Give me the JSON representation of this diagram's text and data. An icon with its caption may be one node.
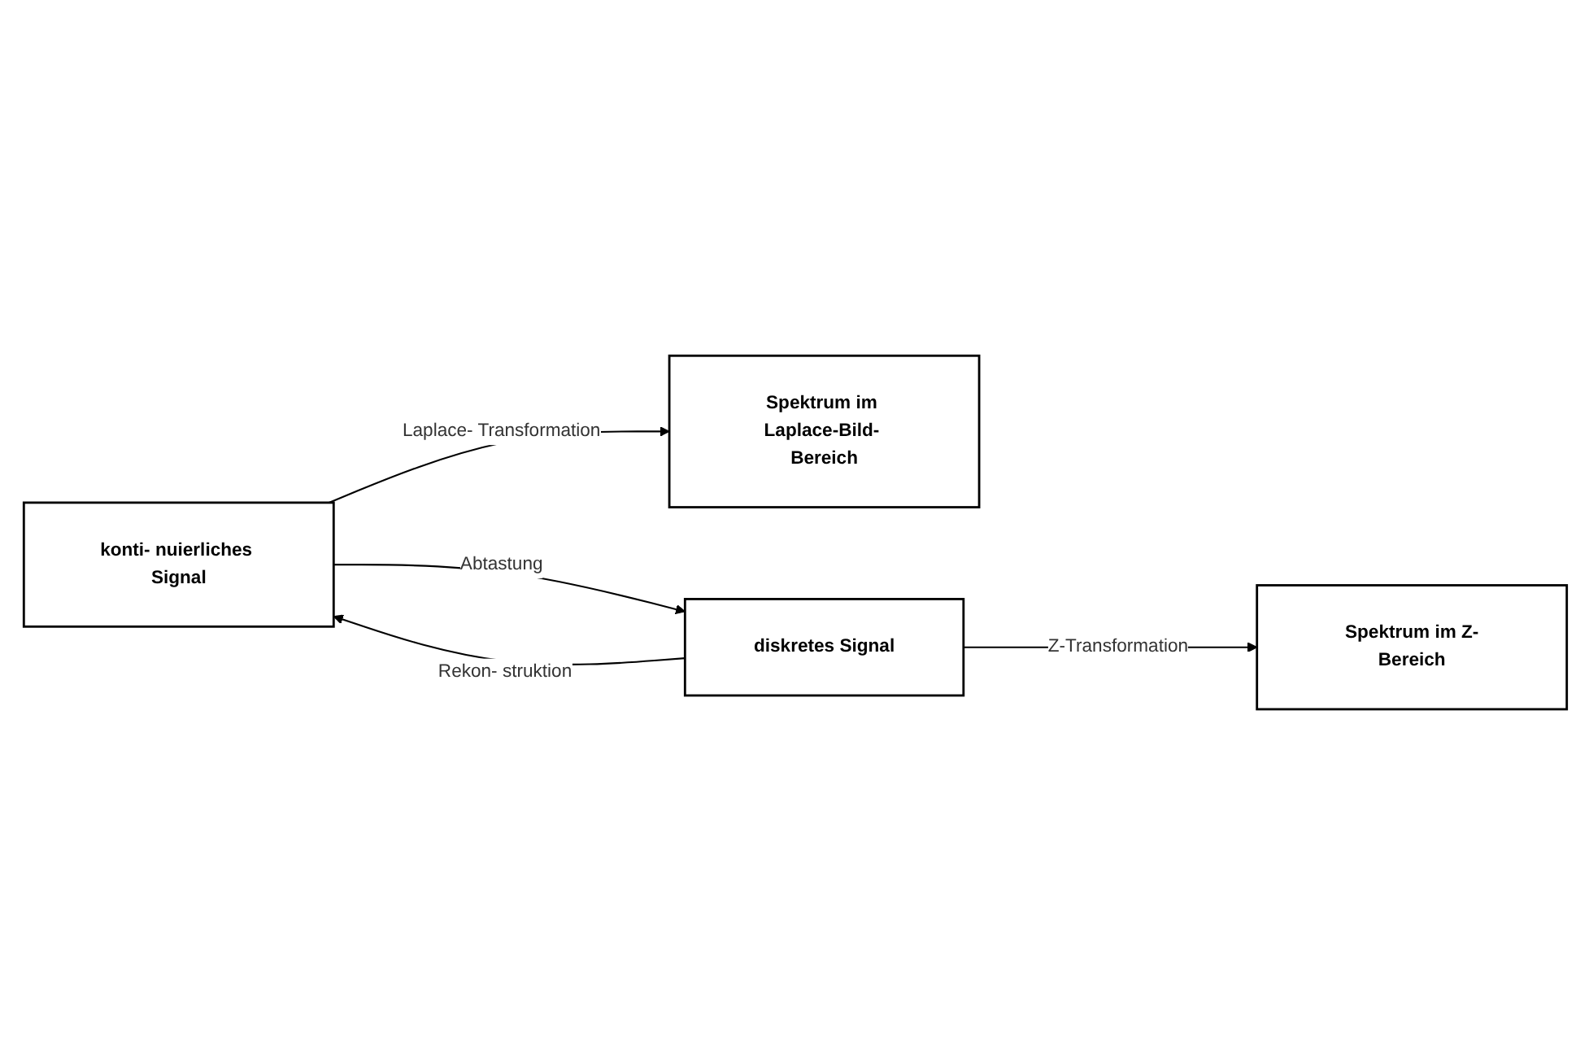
{
  "diagram": {
    "nodes": [
      {
        "text": [
          "konti- nuierliches Signal"
        ]
      },
      {
        "text": [
          "Spektrum im Laplace-Bild- Bereich"
        ]
      },
      {
        "text": [
          "diskretes Signal"
        ]
      },
      {
        "text": [
          "Spektrum im Z-Bereich"
        ]
      }
    ],
    "edges": [
      {
        "from": 0,
        "to": 1,
        "arrow": "to",
        "label": "Laplace- Transformation"
      },
      {
        "from": 0,
        "to": 2,
        "arrow": "to",
        "label": "Abtastung"
      },
      {
        "from": 2,
        "to": 0,
        "arrow": "to",
        "label": "Rekon- struktion"
      },
      {
        "from": 2,
        "to": 3,
        "arrow": "to",
        "label": "Z-Transformation"
      }
    ]
  }
}
